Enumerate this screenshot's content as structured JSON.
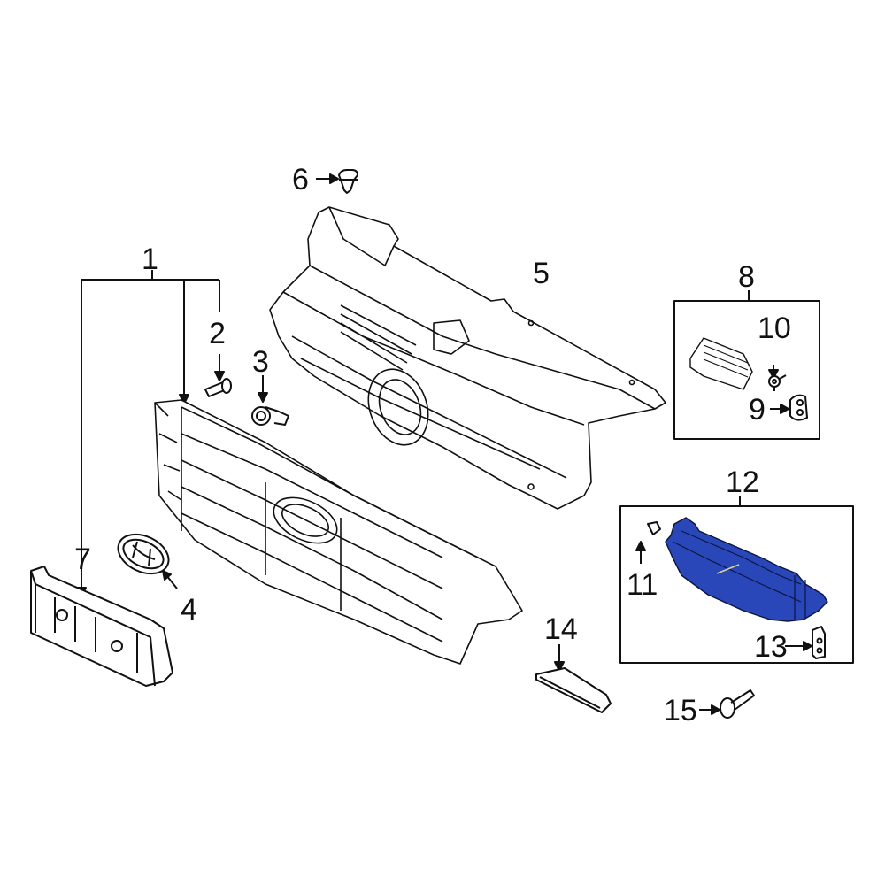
{
  "diagram": {
    "type": "exploded parts diagram",
    "subject": "front grille assembly",
    "highlight_color": "#2947b8",
    "line_color": "#111111",
    "callouts": [
      {
        "id": "1",
        "label": "1",
        "part": "grille assembly (group bracket)"
      },
      {
        "id": "2",
        "label": "2",
        "part": "bolt"
      },
      {
        "id": "3",
        "label": "3",
        "part": "sensor / clip"
      },
      {
        "id": "4",
        "label": "4",
        "part": "emblem"
      },
      {
        "id": "5",
        "label": "5",
        "part": "grille mounting panel"
      },
      {
        "id": "6",
        "label": "6",
        "part": "push clip"
      },
      {
        "id": "7",
        "label": "7",
        "part": "license bracket"
      },
      {
        "id": "8",
        "label": "8",
        "part": "bracket kit (boxed)"
      },
      {
        "id": "9",
        "label": "9",
        "part": "nut"
      },
      {
        "id": "10",
        "label": "10",
        "part": "clip"
      },
      {
        "id": "11",
        "label": "11",
        "part": "push pin"
      },
      {
        "id": "12",
        "label": "12",
        "part": "air guide (highlighted)"
      },
      {
        "id": "13",
        "label": "13",
        "part": "bracket clip"
      },
      {
        "id": "14",
        "label": "14",
        "part": "lower bracket"
      },
      {
        "id": "15",
        "label": "15",
        "part": "bolt"
      }
    ]
  }
}
